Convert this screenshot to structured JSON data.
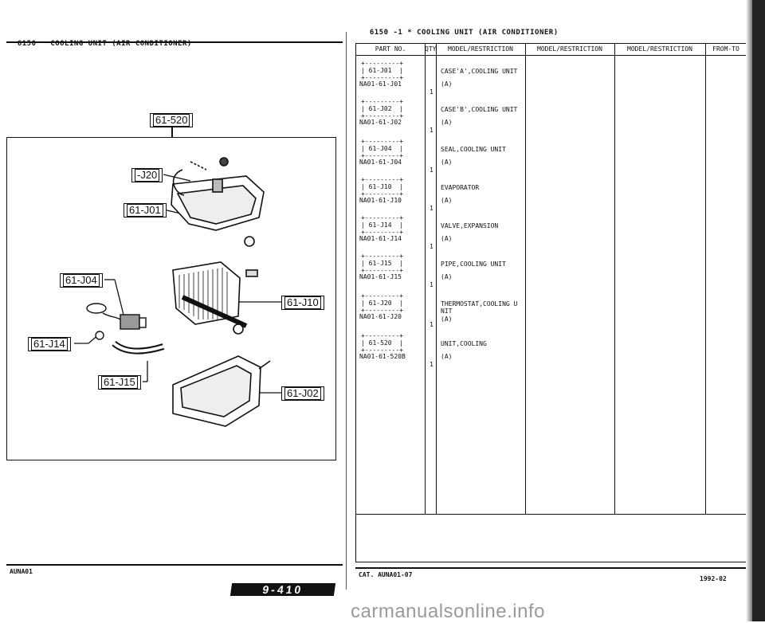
{
  "left_header": {
    "code": "6150",
    "title": "COOLING UNIT (AIR CONDITIONER)"
  },
  "right_header": {
    "code": "6150",
    "suffix": "-1 *",
    "title": "COOLING UNIT (AIR CONDITIONER)"
  },
  "callouts": {
    "c520": "61-520",
    "cJ20": "-J20",
    "cJ01": "61-J01",
    "cJ04": "61-J04",
    "cJ10": "61-J10",
    "cJ14": "61-J14",
    "cJ15": "61-J15",
    "cJ02": "61-J02"
  },
  "table": {
    "columns": [
      "PART NO.",
      "QTY",
      "MODEL/RESTRICTION",
      "MODEL/RESTRICTION",
      "MODEL/RESTRICTION",
      "FROM-TO"
    ],
    "rows": [
      {
        "key": "61-J01",
        "part": "NA01-61-J01",
        "qty": "1",
        "desc": "CASE'A',COOLING UNIT",
        "model": "(A)"
      },
      {
        "key": "61-J02",
        "part": "NA01-61-J02",
        "qty": "1",
        "desc": "CASE'B',COOLING UNIT",
        "model": "(A)"
      },
      {
        "key": "61-J04",
        "part": "NA01-61-J04",
        "qty": "1",
        "desc": "SEAL,COOLING UNIT",
        "model": "(A)"
      },
      {
        "key": "61-J10",
        "part": "NA01-61-J10",
        "qty": "1",
        "desc": "EVAPORATOR",
        "model": "(A)"
      },
      {
        "key": "61-J14",
        "part": "NA01-61-J14",
        "qty": "1",
        "desc": "VALVE,EXPANSION",
        "model": "(A)"
      },
      {
        "key": "61-J15",
        "part": "NA01-61-J15",
        "qty": "1",
        "desc": "PIPE,COOLING UNIT",
        "model": "(A)"
      },
      {
        "key": "61-J20",
        "part": "NA01-61-J20",
        "qty": "1",
        "desc": "THERMOSTAT,COOLING U\nNIT",
        "model": "(A)"
      },
      {
        "key": "61-520",
        "part": "NA01-61-520B",
        "qty": "1",
        "desc": "UNIT,COOLING",
        "model": "(A)"
      }
    ]
  },
  "footer": {
    "left": "AUNA01",
    "cat": "CAT. AUNA01-07",
    "date": "1992-02",
    "stamp": "9-410"
  },
  "watermark": "carmanualsonline.info"
}
